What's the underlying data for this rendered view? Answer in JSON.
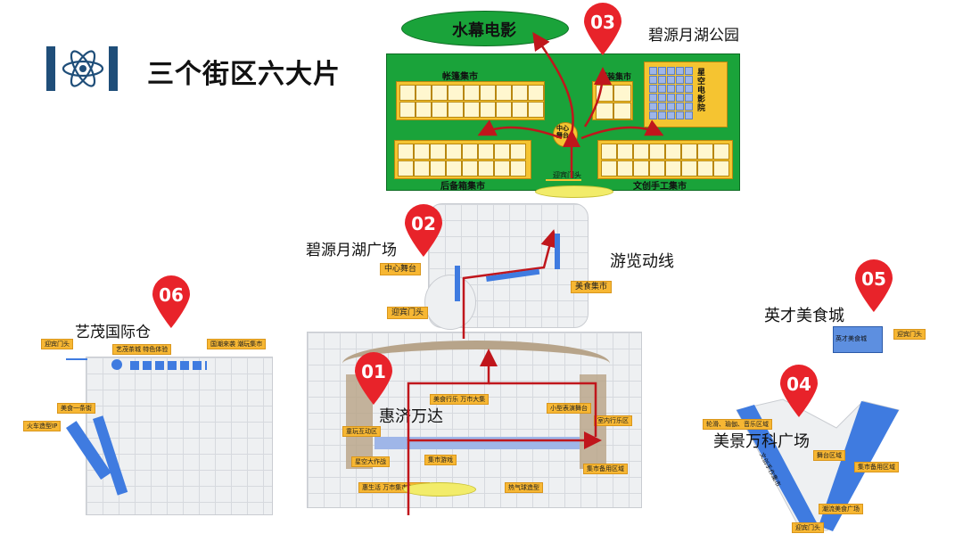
{
  "title": "三个街区六大片",
  "pins": [
    {
      "num": "01",
      "name": "惠济万达"
    },
    {
      "num": "02",
      "name": "碧源月湖广场"
    },
    {
      "num": "03",
      "name": "碧源月湖公园"
    },
    {
      "num": "04",
      "name": "美景万科广场"
    },
    {
      "num": "05",
      "name": "英才美食城"
    },
    {
      "num": "06",
      "name": "艺茂国际仓"
    }
  ],
  "route_label": "游览动线",
  "park": {
    "oval": "水幕电影",
    "blocks": [
      "帐篷集市",
      "服装集市",
      "星空电影院",
      "中心舞台",
      "后备箱集市",
      "文创手工集市",
      "迎宾门头"
    ]
  },
  "plaza_labels": [
    "中心舞台",
    "美食集市",
    "迎宾门头"
  ],
  "wanda_labels": [
    "美食行乐 万市大集",
    "小型表演舞台",
    "室内行乐区",
    "童玩互动区",
    "星空大作战",
    "集市游戏",
    "集市备用区域",
    "惠生活 万市集市入门头",
    "热气球造型"
  ],
  "vanke_labels": [
    "轮滑、瑜伽、音乐区域",
    "舞台区域",
    "集市备用区域",
    "潮流美食广场",
    "迎宾门头",
    "文创手作集市"
  ],
  "yingcai_labels": [
    "英才美食城",
    "迎宾门头"
  ],
  "yimao_labels": [
    "迎宾门头",
    "艺茂茶城 特色体验",
    "国潮来袭 潮玩集市",
    "美食一条街",
    "火车造型IP"
  ],
  "colors": {
    "accent": "#1f4e79",
    "pin": "#e8232a",
    "green": "#1aa33a",
    "yellow": "#f5c431",
    "route": "#c0161c",
    "blue": "#2f6fd6"
  }
}
